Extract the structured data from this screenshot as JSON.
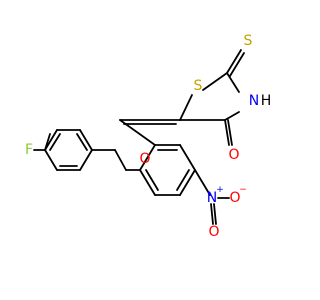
{
  "molecule": {
    "atoms": {
      "F": "F",
      "O_ether": "O",
      "O_carbonyl": "O",
      "S_ring": "S",
      "S_thione": "S",
      "N_H": "N",
      "H_N": "H",
      "N_nitro": "N",
      "N_plus": "+",
      "O_nitro_top": "O",
      "O_nitro_bottom": "O",
      "O_minus": "−"
    },
    "colors": {
      "bond": "#000000",
      "fluorine": "#8fc93a",
      "oxygen": "#ff0000",
      "sulfur": "#c8a000",
      "nitrogen": "#0000ff"
    }
  }
}
